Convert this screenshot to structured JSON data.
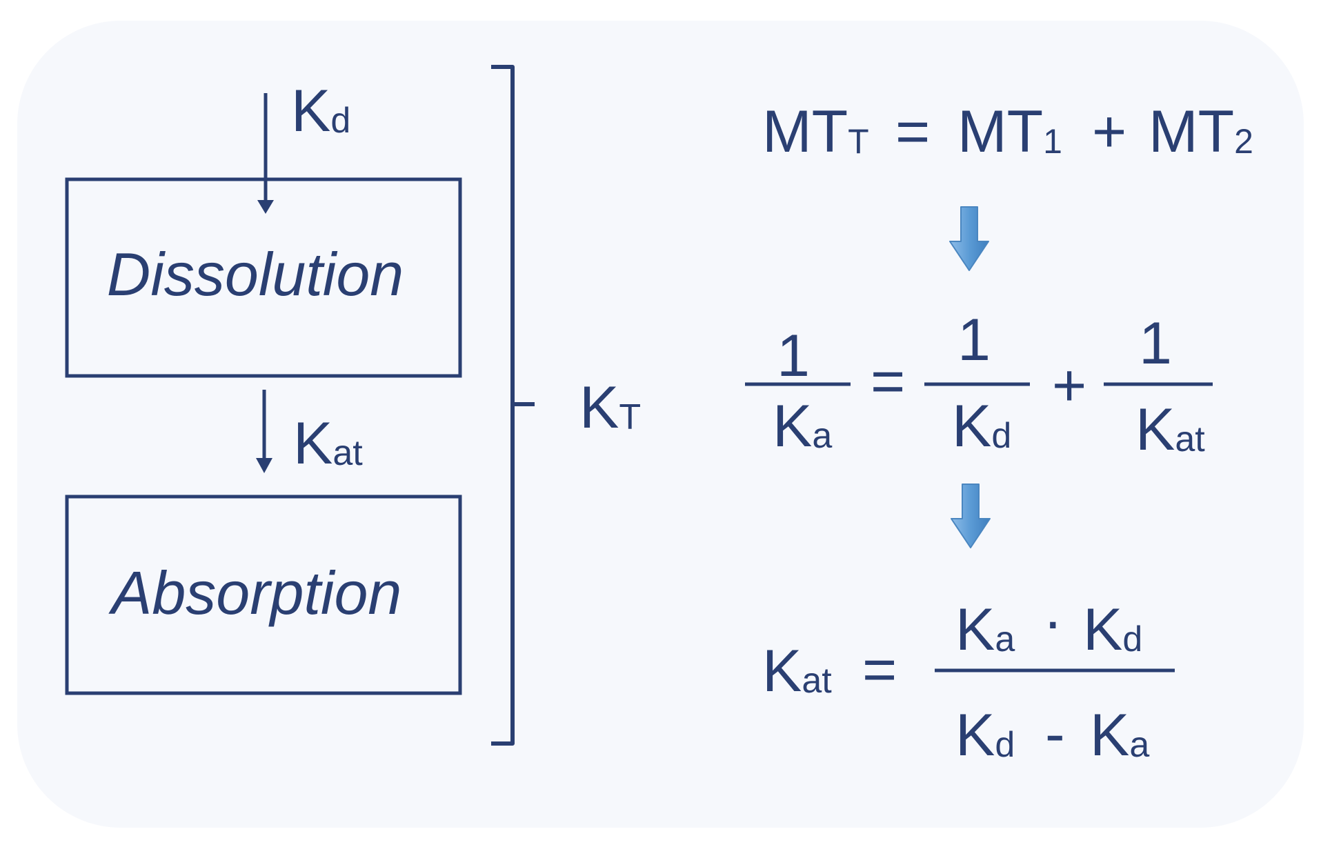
{
  "diagram": {
    "colors": {
      "background": "#f6f8fc",
      "primary": "#2a3f72",
      "accent_arrow": "#5b9bd5"
    },
    "flow": {
      "top_rate": {
        "main": "K",
        "sub": "d"
      },
      "box1_label": "Dissolution",
      "mid_rate": {
        "main": "K",
        "sub": "at"
      },
      "box2_label": "Absorption",
      "total_rate": {
        "main": "K",
        "sub": "T"
      }
    },
    "equation1": {
      "lhs": {
        "main": "MT",
        "sub": "T"
      },
      "eq": "=",
      "term1": {
        "main": "MT",
        "sub": "1"
      },
      "plus": "+",
      "term2": {
        "main": "MT",
        "sub": "2"
      }
    },
    "equation2": {
      "frac1": {
        "num": "1",
        "den_main": "K",
        "den_sub": "a"
      },
      "eq": "=",
      "frac2": {
        "num": "1",
        "den_main": "K",
        "den_sub": "d"
      },
      "plus": "+",
      "frac3": {
        "num": "1",
        "den_main": "K",
        "den_sub": "at"
      }
    },
    "equation3": {
      "lhs": {
        "main": "K",
        "sub": "at"
      },
      "eq": "=",
      "num": {
        "a_main": "K",
        "a_sub": "a",
        "dot": "·",
        "b_main": "K",
        "b_sub": "d"
      },
      "den": {
        "a_main": "K",
        "a_sub": "d",
        "minus": "-",
        "b_main": "K",
        "b_sub": "a"
      }
    }
  }
}
